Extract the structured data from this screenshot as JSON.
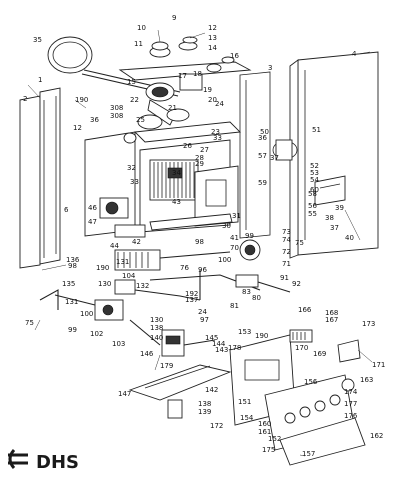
{
  "logo": {
    "text": "DHS"
  },
  "part_labels": [
    {
      "id": "p1",
      "text": "1"
    },
    {
      "id": "p2",
      "text": "2"
    },
    {
      "id": "p3",
      "text": "3"
    },
    {
      "id": "p4",
      "text": "4"
    },
    {
      "id": "p6",
      "text": "6"
    },
    {
      "id": "p9",
      "text": "9"
    },
    {
      "id": "p10",
      "text": "10"
    },
    {
      "id": "p11",
      "text": "11"
    },
    {
      "id": "p12a",
      "text": "12"
    },
    {
      "id": "p12b",
      "text": "12"
    },
    {
      "id": "p13",
      "text": "13"
    },
    {
      "id": "p14",
      "text": "14"
    },
    {
      "id": "p15",
      "text": "15"
    },
    {
      "id": "p16",
      "text": "16"
    },
    {
      "id": "p17",
      "text": "17"
    },
    {
      "id": "p18",
      "text": "18"
    },
    {
      "id": "p19",
      "text": "19"
    },
    {
      "id": "p20",
      "text": "20"
    },
    {
      "id": "p21",
      "text": "21"
    },
    {
      "id": "p22",
      "text": "22"
    },
    {
      "id": "p23",
      "text": "23"
    },
    {
      "id": "p24a",
      "text": "24"
    },
    {
      "id": "p24b",
      "text": "24"
    },
    {
      "id": "p25",
      "text": "25"
    },
    {
      "id": "p26",
      "text": "26"
    },
    {
      "id": "p27",
      "text": "27"
    },
    {
      "id": "p28",
      "text": "28"
    },
    {
      "id": "p29",
      "text": "29"
    },
    {
      "id": "p30",
      "text": "30"
    },
    {
      "id": "p31",
      "text": "31"
    },
    {
      "id": "p32",
      "text": "32"
    },
    {
      "id": "p33a",
      "text": "33"
    },
    {
      "id": "p33b",
      "text": "33"
    },
    {
      "id": "p34",
      "text": "34"
    },
    {
      "id": "p35",
      "text": "35"
    },
    {
      "id": "p36a",
      "text": "36"
    },
    {
      "id": "p36b",
      "text": "36"
    },
    {
      "id": "p37a",
      "text": "37"
    },
    {
      "id": "p37b",
      "text": "37"
    },
    {
      "id": "p38",
      "text": "38"
    },
    {
      "id": "p39",
      "text": "39"
    },
    {
      "id": "p40",
      "text": "40"
    },
    {
      "id": "p41",
      "text": "41"
    },
    {
      "id": "p42",
      "text": "42"
    },
    {
      "id": "p43",
      "text": "43"
    },
    {
      "id": "p44",
      "text": "44"
    },
    {
      "id": "p46",
      "text": "46"
    },
    {
      "id": "p47",
      "text": "47"
    },
    {
      "id": "p50",
      "text": "50"
    },
    {
      "id": "p51",
      "text": "51"
    },
    {
      "id": "p52",
      "text": "52"
    },
    {
      "id": "p53",
      "text": "53"
    },
    {
      "id": "p54",
      "text": "54"
    },
    {
      "id": "p55",
      "text": "55"
    },
    {
      "id": "p56",
      "text": "56"
    },
    {
      "id": "p57",
      "text": "57"
    },
    {
      "id": "p58",
      "text": "58"
    },
    {
      "id": "p59",
      "text": "59"
    },
    {
      "id": "p60",
      "text": "60"
    },
    {
      "id": "p70",
      "text": "70"
    },
    {
      "id": "p71",
      "text": "71"
    },
    {
      "id": "p72",
      "text": "72"
    },
    {
      "id": "p73",
      "text": "73"
    },
    {
      "id": "p74",
      "text": "74"
    },
    {
      "id": "p75a",
      "text": "75"
    },
    {
      "id": "p75b",
      "text": "75"
    },
    {
      "id": "p76",
      "text": "76"
    },
    {
      "id": "p80",
      "text": "80"
    },
    {
      "id": "p81",
      "text": "81"
    },
    {
      "id": "p83",
      "text": "83"
    },
    {
      "id": "p91",
      "text": "91"
    },
    {
      "id": "p92",
      "text": "92"
    },
    {
      "id": "p96",
      "text": "96"
    },
    {
      "id": "p97",
      "text": "97"
    },
    {
      "id": "p98a",
      "text": "98"
    },
    {
      "id": "p98b",
      "text": "98"
    },
    {
      "id": "p99a",
      "text": "99"
    },
    {
      "id": "p99b",
      "text": "99"
    },
    {
      "id": "p100a",
      "text": "100"
    },
    {
      "id": "p100b",
      "text": "100"
    },
    {
      "id": "p102",
      "text": "102"
    },
    {
      "id": "p103",
      "text": "103"
    },
    {
      "id": "p104",
      "text": "104"
    },
    {
      "id": "p130a",
      "text": "130"
    },
    {
      "id": "p130b",
      "text": "130"
    },
    {
      "id": "p131a",
      "text": "131"
    },
    {
      "id": "p131b",
      "text": "131"
    },
    {
      "id": "p132",
      "text": "132"
    },
    {
      "id": "p135",
      "text": "135"
    },
    {
      "id": "p136",
      "text": "136"
    },
    {
      "id": "p137",
      "text": "137"
    },
    {
      "id": "p138a",
      "text": "138"
    },
    {
      "id": "p138b",
      "text": "138"
    },
    {
      "id": "p139",
      "text": "139"
    },
    {
      "id": "p140",
      "text": "140"
    },
    {
      "id": "p142",
      "text": "142"
    },
    {
      "id": "p143",
      "text": "143"
    },
    {
      "id": "p144",
      "text": "144"
    },
    {
      "id": "p145",
      "text": "145"
    },
    {
      "id": "p146",
      "text": "146"
    },
    {
      "id": "p147",
      "text": "147"
    },
    {
      "id": "p151",
      "text": "151"
    },
    {
      "id": "p152",
      "text": "152"
    },
    {
      "id": "p153",
      "text": "153"
    },
    {
      "id": "p154",
      "text": "154"
    },
    {
      "id": "p156",
      "text": "156"
    },
    {
      "id": "p157",
      "text": "157"
    },
    {
      "id": "p160",
      "text": "160"
    },
    {
      "id": "p161",
      "text": "161"
    },
    {
      "id": "p162",
      "text": "162"
    },
    {
      "id": "p163",
      "text": "163"
    },
    {
      "id": "p166",
      "text": "166"
    },
    {
      "id": "p167",
      "text": "167"
    },
    {
      "id": "p168",
      "text": "168"
    },
    {
      "id": "p169",
      "text": "169"
    },
    {
      "id": "p170",
      "text": "170"
    },
    {
      "id": "p171",
      "text": "171"
    },
    {
      "id": "p172",
      "text": "172"
    },
    {
      "id": "p173",
      "text": "173"
    },
    {
      "id": "p174",
      "text": "174"
    },
    {
      "id": "p175",
      "text": "175"
    },
    {
      "id": "p176",
      "text": "176"
    },
    {
      "id": "p177",
      "text": "177"
    },
    {
      "id": "p178",
      "text": "178"
    },
    {
      "id": "p179",
      "text": "179"
    },
    {
      "id": "p190a",
      "text": "190"
    },
    {
      "id": "p190b",
      "text": "190"
    },
    {
      "id": "p190c",
      "text": "190"
    },
    {
      "id": "p192",
      "text": "192"
    },
    {
      "id": "p308a",
      "text": "308"
    },
    {
      "id": "p308b",
      "text": "308"
    }
  ]
}
